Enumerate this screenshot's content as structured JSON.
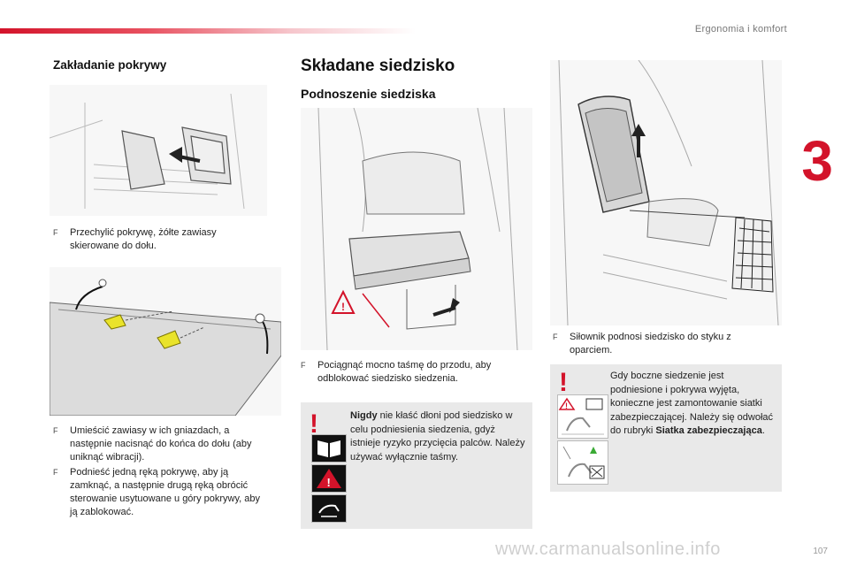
{
  "header": {
    "section": "Ergonomia i komfort",
    "chapter": "3",
    "page": "107"
  },
  "watermark": "www.carmanualsonline.info",
  "cover": {
    "title": "Zakładanie pokrywy",
    "bullet1": "Przechylić pokrywę, żółte zawiasy skierowane do dołu.",
    "bullet2": "Umieścić zawiasy w ich gniazdach, a następnie nacisnąć do końca do dołu (aby uniknąć wibracji).",
    "bullet3": "Podnieść jedną ręką pokrywę, aby ją zamknąć, a następnie drugą ręką obrócić sterowanie usytuowane u góry pokrywy, aby ją zablokować."
  },
  "seat": {
    "title": "Składane siedzisko",
    "subtitle": "Podnoszenie siedziska",
    "bullet_pull": "Pociągnąć mocno taśmę do przodu, aby odblokować siedzisko siedzenia.",
    "bullet_actuator": "Siłownik podnosi siedzisko do styku z oparciem.",
    "warning1": {
      "bold": "Nigdy",
      "text": " nie kłaść dłoni pod siedzisko w celu podniesienia siedzenia, gdyż istnieje ryzyko przycięcia palców. Należy używać wyłącznie taśmy."
    },
    "warning2": {
      "text": "Gdy boczne siedzenie jest podniesione i pokrywa wyjęta, konieczne jest zamontowanie siatki zabezpieczającej. Należy się odwołać do rubryki ",
      "bold": "Siatka zabezpieczająca",
      "end": "."
    }
  },
  "bullet_marker": "F",
  "warn_marker": "!"
}
